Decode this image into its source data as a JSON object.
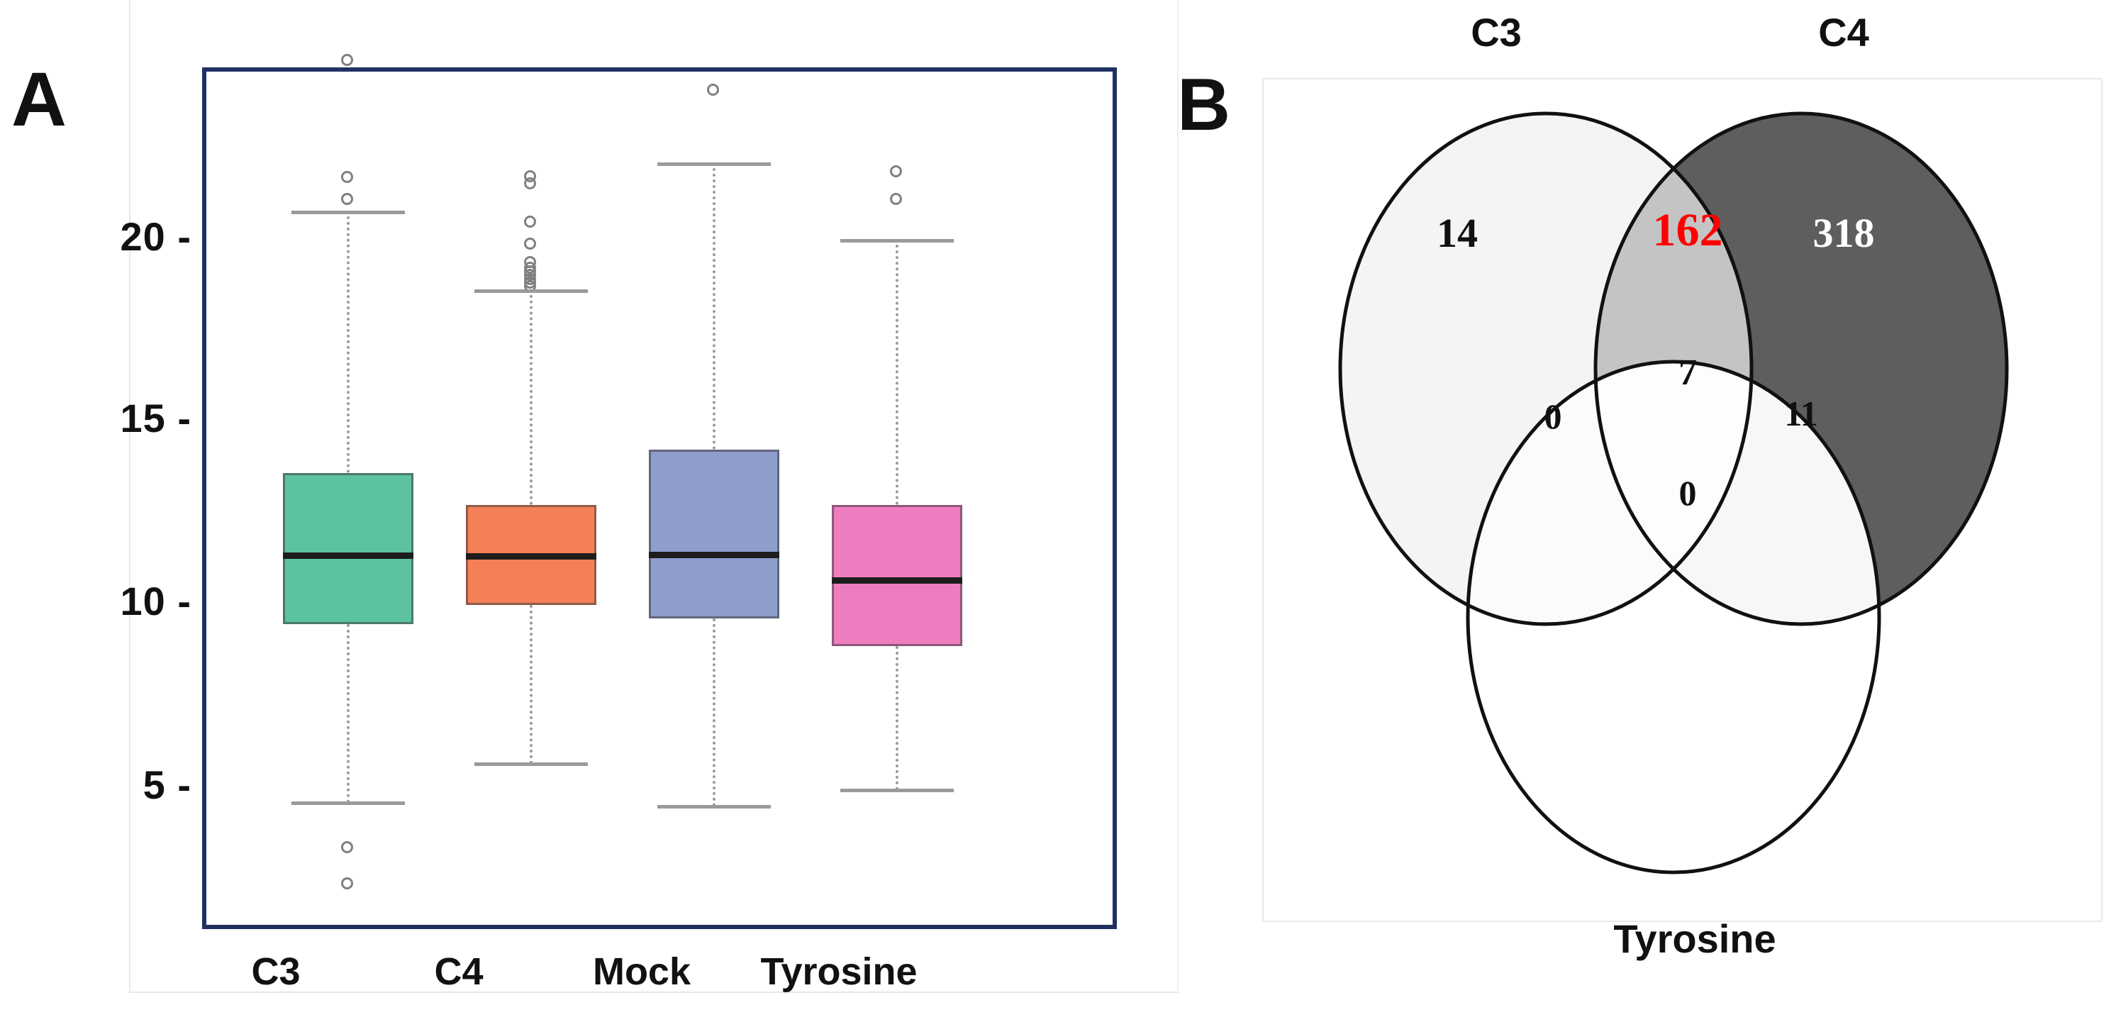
{
  "figure": {
    "panel_a_letter": "A",
    "panel_b_letter": "B"
  },
  "chart_data": [
    {
      "type": "box",
      "panel": "A",
      "title": "",
      "xlabel": "",
      "ylabel": "",
      "ylim": [
        2.2,
        23.6
      ],
      "yticks": [
        5,
        10,
        15,
        20
      ],
      "ytick_labels": [
        "5 -",
        "10 -",
        "15 -",
        "20 -"
      ],
      "grid": false,
      "legend": "none",
      "categories": [
        "C3",
        "C4",
        "Mock",
        "Tyrosine"
      ],
      "box_colors": [
        "#5CC2A0",
        "#F58057",
        "#8E9DCC",
        "#EE7DC0"
      ],
      "boxes": [
        {
          "category": "C3",
          "color": "#5CC2A0",
          "q1": 10.05,
          "median": 11.75,
          "q3": 13.85,
          "whisker_low": 5.0,
          "whisker_high": 19.4,
          "outliers": [
            23.4,
            20.5,
            19.9,
            3.9,
            2.9
          ]
        },
        {
          "category": "C4",
          "color": "#F58057",
          "q1": 10.2,
          "median": 11.6,
          "q3": 12.95,
          "whisker_low": 6.1,
          "whisker_high": 17.25,
          "outliers": [
            20.45,
            20.25,
            19.2,
            18.6,
            18.1,
            17.95,
            17.85,
            17.75,
            17.6,
            17.5,
            17.4
          ]
        },
        {
          "category": "Mock",
          "color": "#8E9DCC",
          "q1": 9.75,
          "median": 11.8,
          "q3": 14.35,
          "whisker_low": 4.9,
          "whisker_high": 20.75,
          "outliers": [
            22.6
          ]
        },
        {
          "category": "Tyrosine",
          "color": "#EE7DC0",
          "q1": 8.9,
          "median": 11.1,
          "q3": 12.95,
          "whisker_low": 5.4,
          "whisker_high": 18.05,
          "outliers": [
            20.6,
            19.85
          ]
        }
      ]
    },
    {
      "type": "venn",
      "panel": "B",
      "title": "",
      "sets": [
        "C3",
        "C4",
        "Tyrosine"
      ],
      "set_labels": {
        "c3": "C3",
        "c4": "C4",
        "tyrosine": "Tyrosine"
      },
      "set_fills": {
        "c3": "#F4F4F4",
        "c4": "#5E5E5E",
        "tyrosine": "#FFFFFF"
      },
      "regions": [
        {
          "id": "c3-only",
          "label": "14",
          "color": "#111111"
        },
        {
          "id": "c3-c4",
          "label": "162",
          "color": "#FF0000"
        },
        {
          "id": "c4-only",
          "label": "318",
          "color": "#FFFFFF"
        },
        {
          "id": "c3-c4-tyrosine",
          "label": "7",
          "color": "#111111"
        },
        {
          "id": "c3-tyrosine",
          "label": "0",
          "color": "#111111"
        },
        {
          "id": "c4-tyrosine",
          "label": "11",
          "color": "#111111"
        },
        {
          "id": "tyrosine-only",
          "label": "0",
          "color": "#111111"
        }
      ]
    }
  ],
  "panel_a": {
    "y_ticks": [
      {
        "value": 20,
        "label": "20 -"
      },
      {
        "value": 15,
        "label": "15 -"
      },
      {
        "value": 10,
        "label": "10 -"
      },
      {
        "value": 5,
        "label": "5 -"
      }
    ],
    "x_ticks": [
      {
        "label": "C3"
      },
      {
        "label": "C4"
      },
      {
        "label": "Mock"
      },
      {
        "label": "Tyrosine"
      }
    ]
  },
  "panel_b": {
    "top_labels": [
      {
        "label": "C3"
      },
      {
        "label": "C4"
      }
    ],
    "bottom_label": "Tyrosine",
    "counts": {
      "c3_only": "14",
      "c3_c4": "162",
      "c4_only": "318",
      "triple": "7",
      "c3_tyr": "0",
      "c4_tyr": "11",
      "tyr_only": "0"
    },
    "highlight_color": "#FF0000"
  }
}
